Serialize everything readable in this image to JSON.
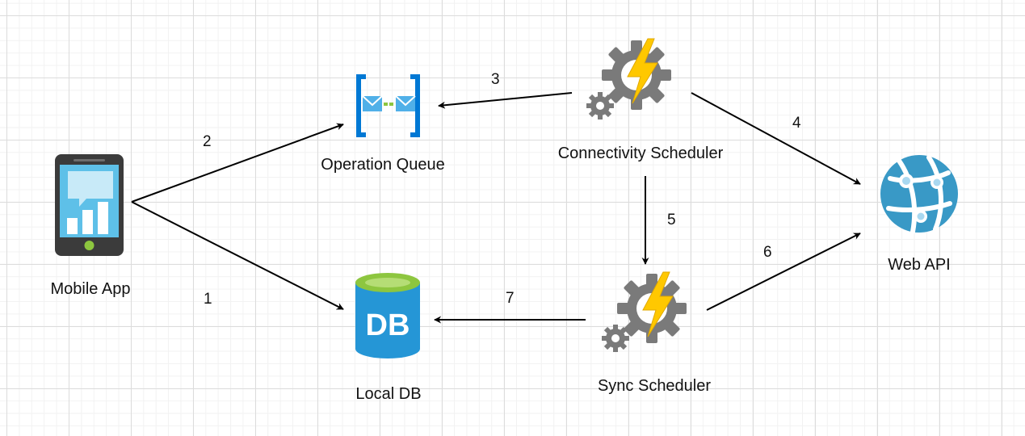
{
  "nodes": {
    "mobile_app": {
      "label": "Mobile App",
      "icon": "smartphone-dashboard-icon"
    },
    "operation_queue": {
      "label": "Operation Queue",
      "icon": "storage-queue-icon"
    },
    "local_db": {
      "label": "Local DB",
      "icon": "database-icon",
      "icon_text": "DB"
    },
    "connectivity_scheduler": {
      "label": "Connectivity Scheduler",
      "icon": "function-gear-lightning-icon"
    },
    "sync_scheduler": {
      "label": "Sync Scheduler",
      "icon": "function-gear-lightning-icon"
    },
    "web_api": {
      "label": "Web API",
      "icon": "web-app-globe-icon"
    }
  },
  "edges": [
    {
      "from": "mobile_app",
      "to": "local_db",
      "label": "1"
    },
    {
      "from": "mobile_app",
      "to": "operation_queue",
      "label": "2"
    },
    {
      "from": "connectivity_scheduler",
      "to": "operation_queue",
      "label": "3"
    },
    {
      "from": "connectivity_scheduler",
      "to": "web_api",
      "label": "4"
    },
    {
      "from": "connectivity_scheduler",
      "to": "sync_scheduler",
      "label": "5"
    },
    {
      "from": "sync_scheduler",
      "to": "web_api",
      "label": "6"
    },
    {
      "from": "sync_scheduler",
      "to": "local_db",
      "label": "7"
    }
  ],
  "colors": {
    "phone_body": "#3b3b3b",
    "phone_screen": "#5ec0e8",
    "phone_accent": "#8dc63f",
    "queue_blue": "#0078d4",
    "db_blue": "#2596d6",
    "db_top": "#8dc63f",
    "gear_gray": "#7a7a7a",
    "lightning": "#ffc800",
    "globe_blue": "#3999c6",
    "edge": "#000000"
  }
}
